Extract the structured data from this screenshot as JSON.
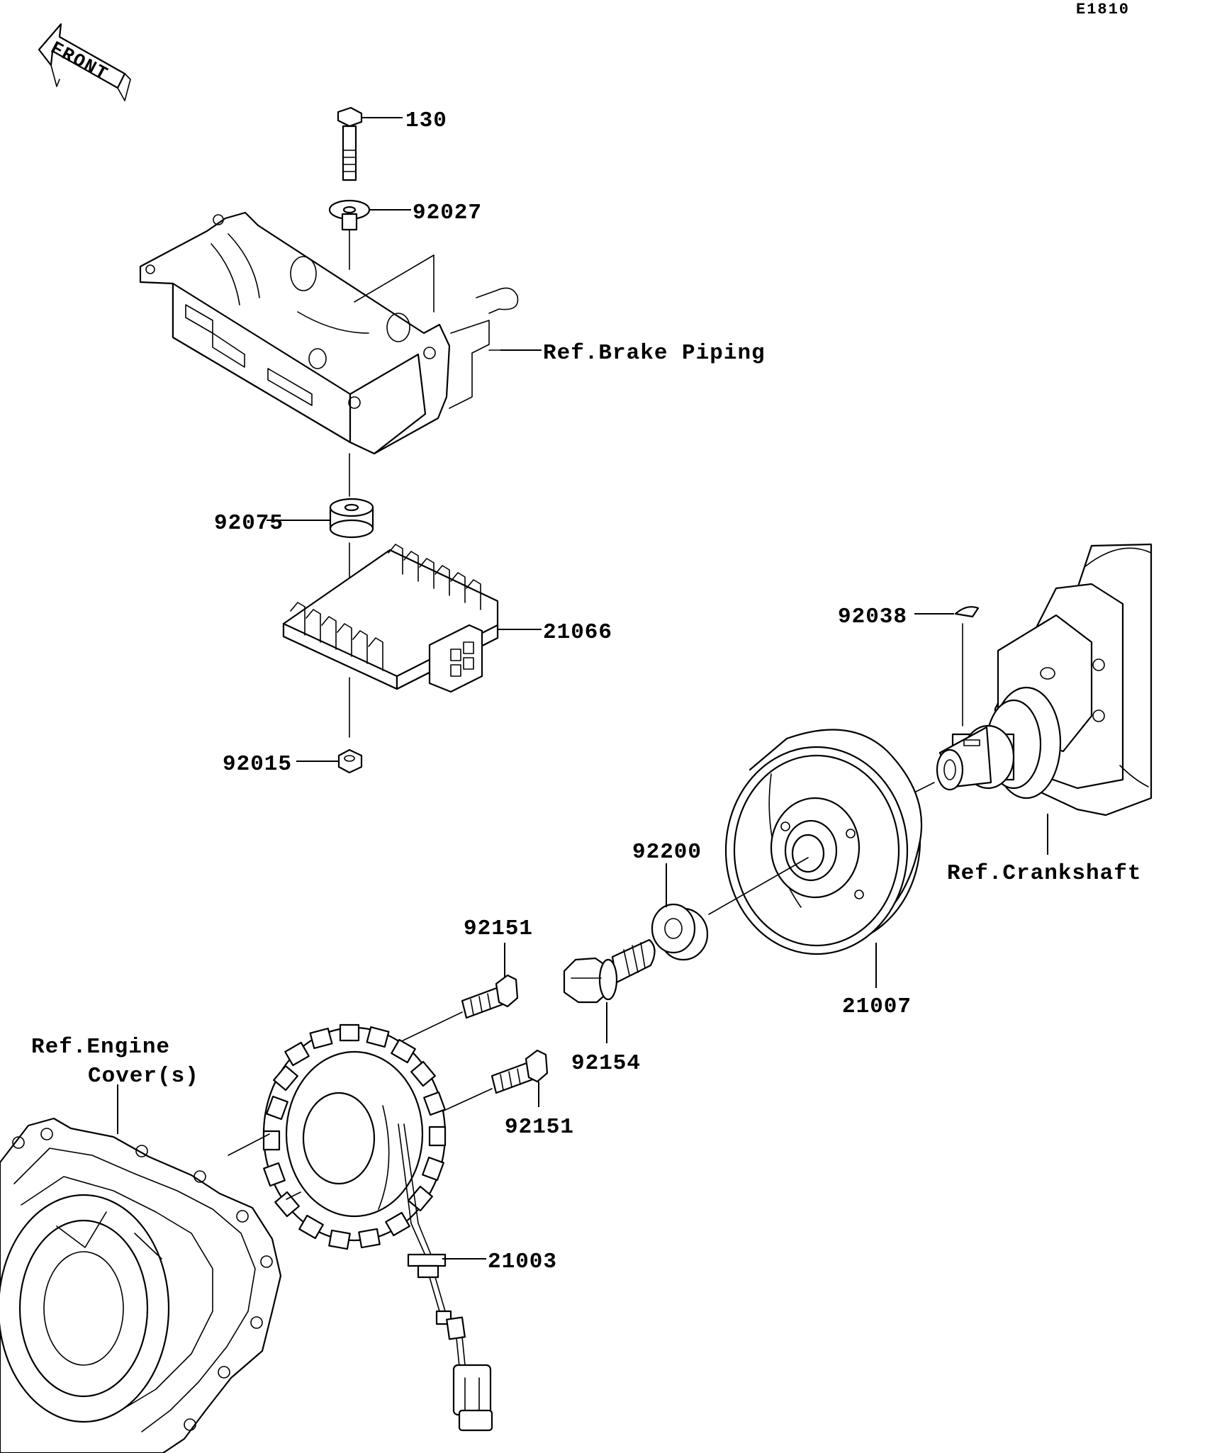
{
  "diagram_code": "E1810",
  "front_arrow": {
    "label": "FRONT",
    "icon": "front-direction-arrow-icon"
  },
  "callouts": {
    "p130": "130",
    "p92027": "92027",
    "p92075": "92075",
    "p21066": "21066",
    "p92015": "92015",
    "p92038": "92038",
    "p92200": "92200",
    "p92151_top": "92151",
    "p92154": "92154",
    "p21007": "21007",
    "p92151_bottom": "92151",
    "p21003": "21003"
  },
  "references": {
    "brake_piping": "Ref.Brake Piping",
    "crankshaft": "Ref.Crankshaft",
    "engine_cover_line1": "Ref.Engine",
    "engine_cover_line2": "Cover(s)"
  }
}
